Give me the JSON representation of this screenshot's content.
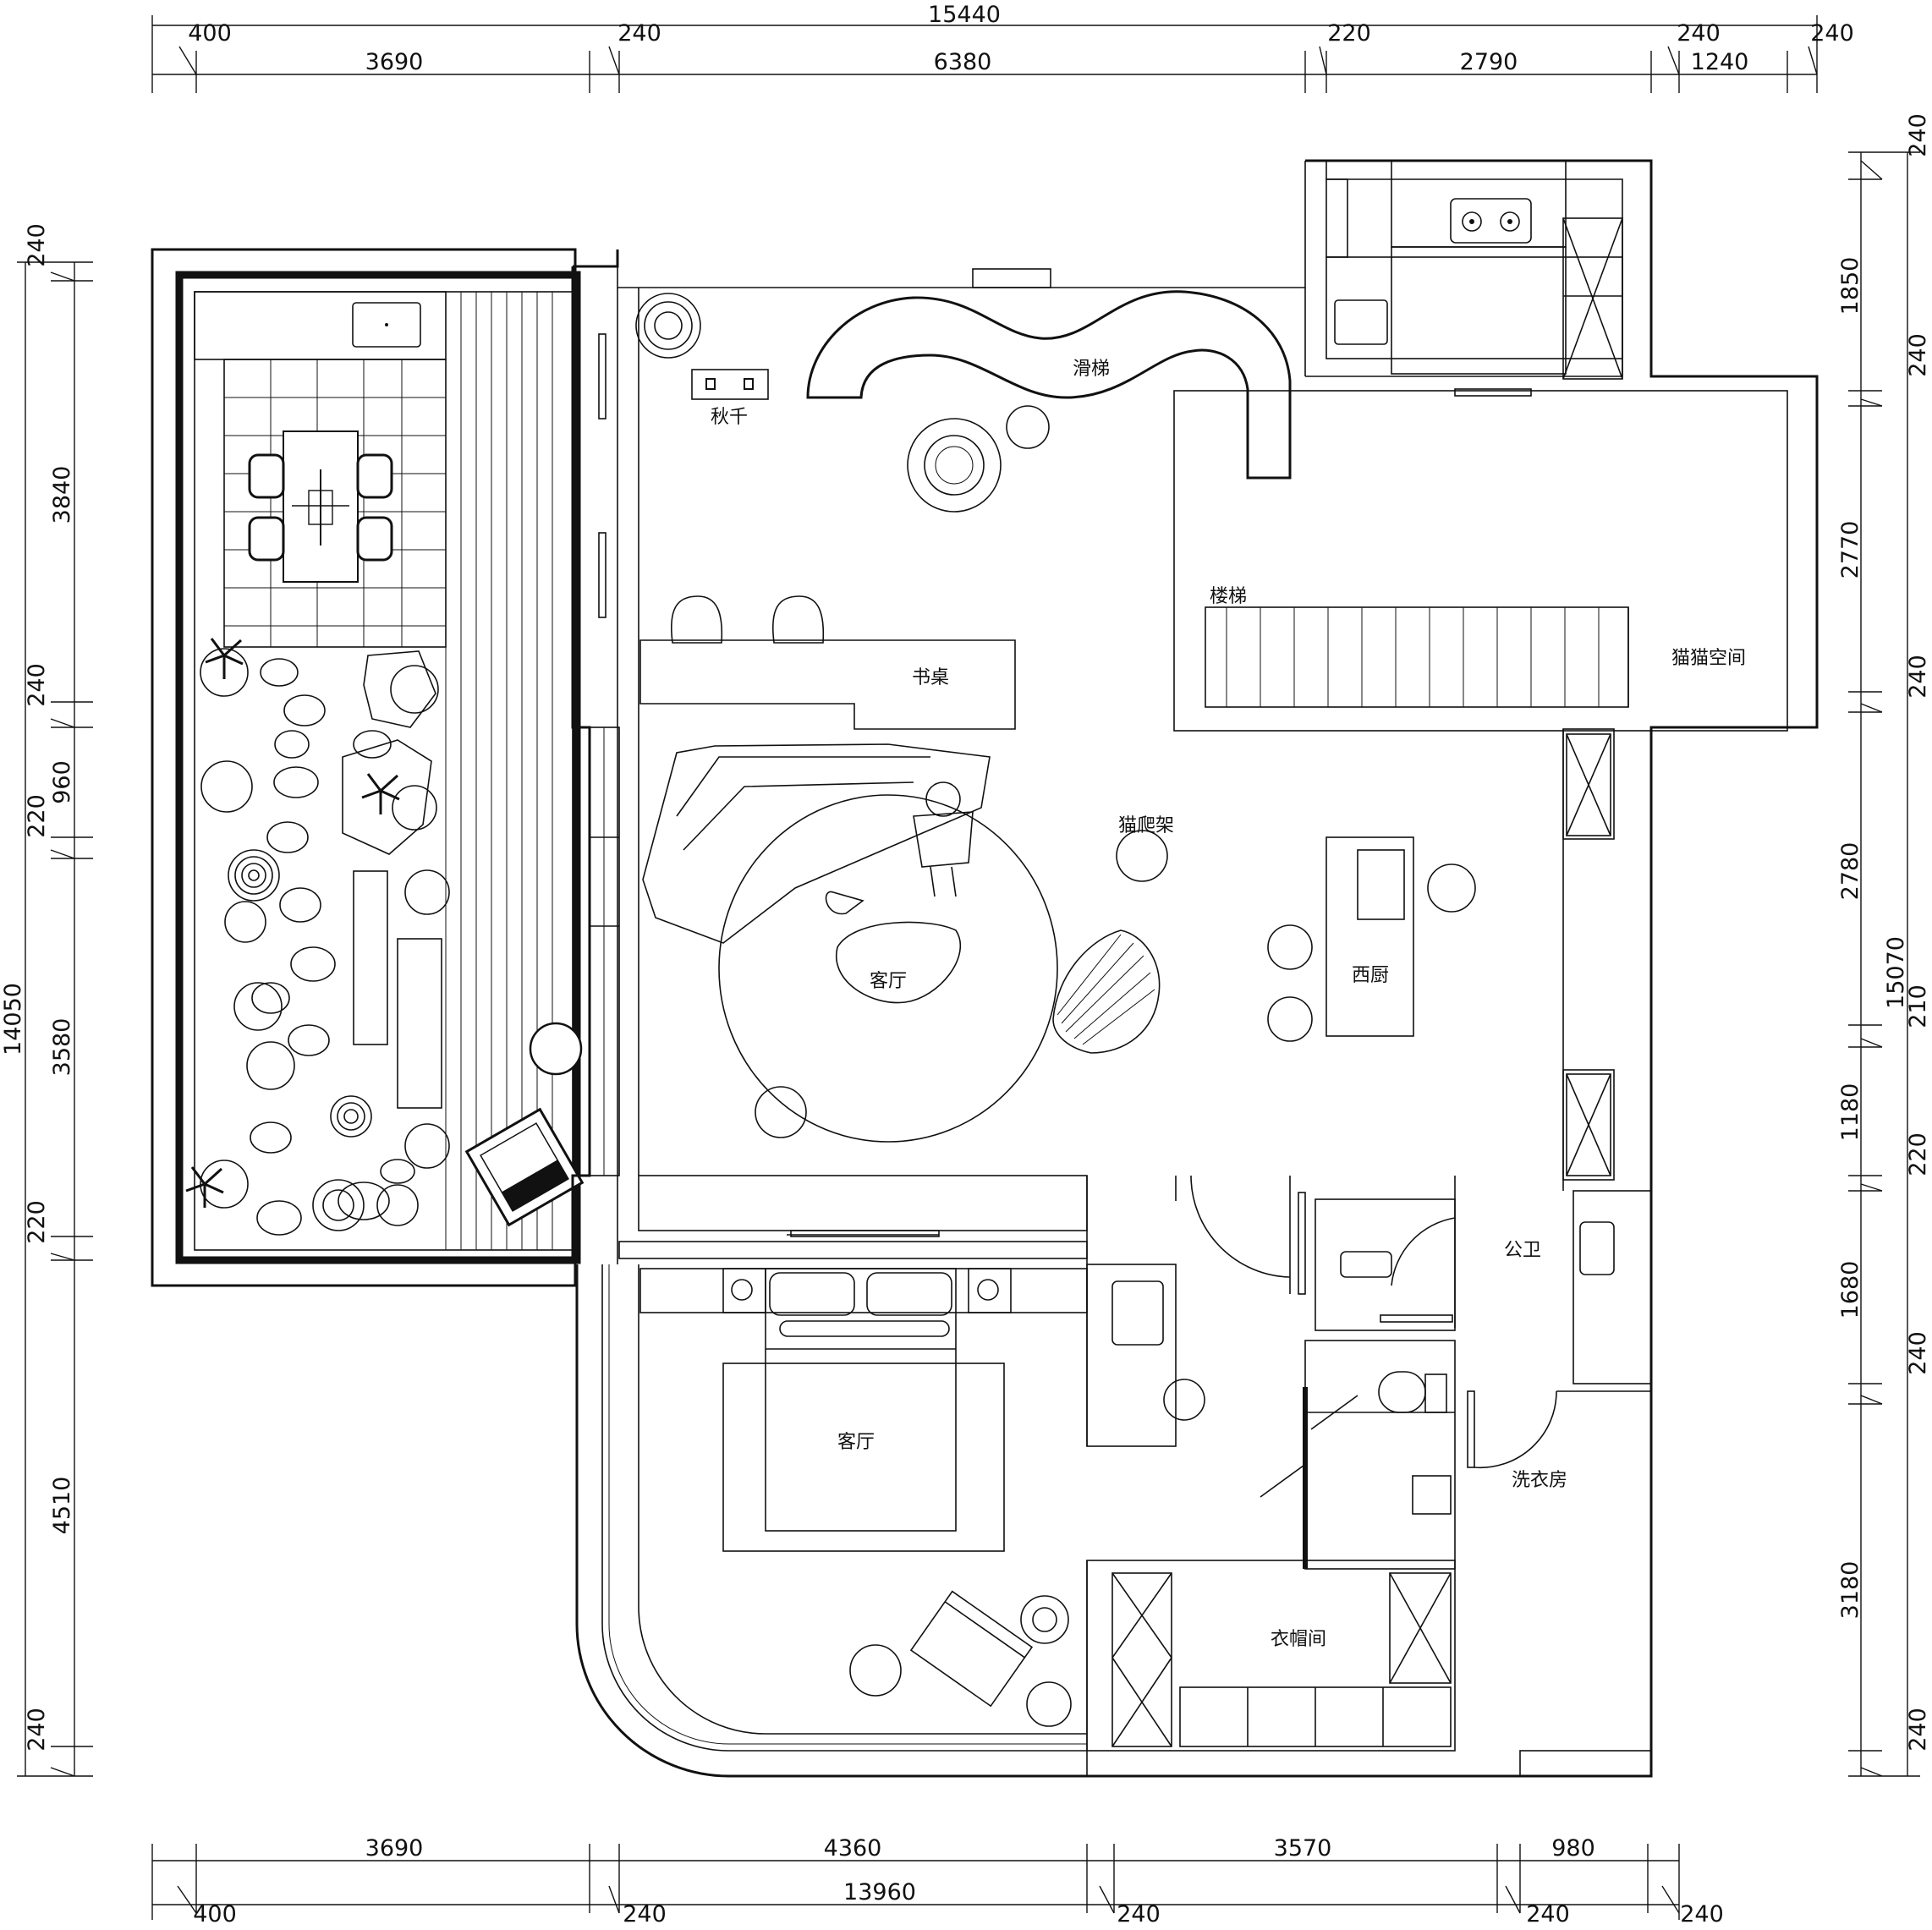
{
  "dimensions": {
    "top_overall": "15440",
    "top_offsets": [
      "400",
      "240",
      "220",
      "240",
      "240"
    ],
    "top_spans": [
      "3690",
      "6380",
      "2790",
      "1240"
    ],
    "bottom_overall": "13960",
    "bottom_offsets": [
      "400",
      "240",
      "240",
      "240",
      "240"
    ],
    "bottom_spans": [
      "3690",
      "4360",
      "3570",
      "980"
    ],
    "left_overall": "14050",
    "left_top_offset": "240",
    "left_spans": [
      "3840",
      "240",
      "960",
      "220",
      "3580",
      "220",
      "4510",
      "240"
    ],
    "right_overall": "15070",
    "right_top_offset": "240",
    "right_spans": [
      "1850",
      "240",
      "2770",
      "240",
      "2780",
      "210",
      "1180",
      "220",
      "1680",
      "240",
      "3180",
      "240"
    ]
  },
  "rooms": {
    "swing": "秋千",
    "slide": "滑梯",
    "desk": "书桌",
    "stairs": "楼梯",
    "cat_space": "猫猫空间",
    "cat_tree": "猫爬架",
    "living_room": "客厅",
    "western_kitchen": "西厨",
    "bedroom": "客厅",
    "public_bath": "公卫",
    "laundry": "洗衣房",
    "cloakroom": "衣帽间"
  }
}
